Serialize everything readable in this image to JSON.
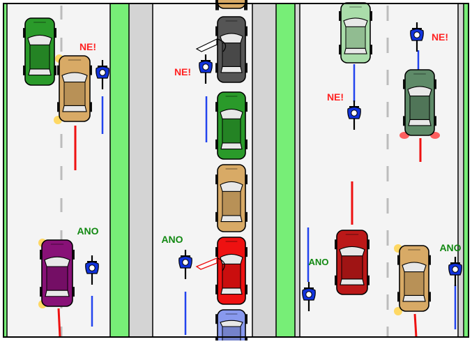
{
  "labels": {
    "no": "NE!",
    "yes": "ANO"
  },
  "colors": {
    "outline": "#000000",
    "grass": "#77ee77",
    "curb": "#d4d4d4",
    "road": "#f4f4f4",
    "dash": "#bcbcbc",
    "no_text": "#ff2222",
    "yes_text": "#118811",
    "cyclist_blue": "#1133dd",
    "car_green": "#2a9a2a",
    "car_tan": "#d8aa66",
    "car_purple": "#881177",
    "car_darkgray": "#555555",
    "car_red": "#ee1111",
    "car_lightgreen": "#aaddaa",
    "car_darkred": "#bb1818",
    "car_slategreen": "#5e8a68",
    "car_periwinkle": "#8899ee",
    "brake_glow": "#ff3a3a",
    "indicator_glow": "#ffd24a",
    "door": "#ffffff",
    "trail_blue": "#2244ee",
    "trail_red": "#ee1111"
  },
  "icons": [
    "car-icon",
    "cyclist-icon",
    "car-door-icon",
    "brake-light-glow",
    "turn-signal-glow"
  ],
  "panels": [
    {
      "name": "panel-left",
      "verdicts": [
        "no",
        "yes"
      ]
    },
    {
      "name": "panel-middle",
      "verdicts": [
        "no",
        "yes"
      ]
    },
    {
      "name": "panel-right",
      "verdicts": [
        "no",
        "no",
        "yes",
        "yes"
      ]
    }
  ]
}
